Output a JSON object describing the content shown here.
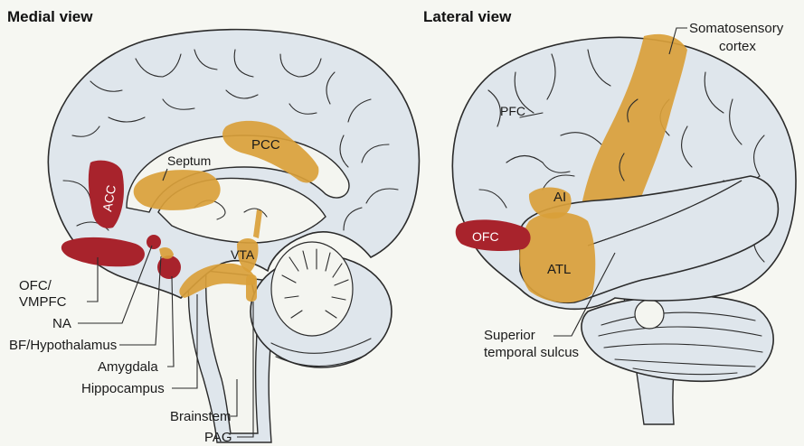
{
  "medial": {
    "title": "Medial view",
    "regions": {
      "acc": "ACC",
      "pcc": "PCC",
      "septum": "Septum",
      "vta": "VTA"
    },
    "callouts": {
      "ofc_vmpfc_1": "OFC/",
      "ofc_vmpfc_2": "VMPFC",
      "na": "NA",
      "bf_hypothalamus": "BF/Hypothalamus",
      "amygdala": "Amygdala",
      "hippocampus": "Hippocampus",
      "brainstem": "Brainstem",
      "pag": "PAG"
    }
  },
  "lateral": {
    "title": "Lateral view",
    "regions": {
      "pfc": "PFC",
      "ai": "AI",
      "ofc": "OFC",
      "atl": "ATL"
    },
    "callouts": {
      "somatosensory_1": "Somatosensory",
      "somatosensory_2": "cortex",
      "sts_1": "Superior",
      "sts_2": "temporal sulcus"
    }
  },
  "colors": {
    "background": "#f6f7f2",
    "brain": "#dfe6ec",
    "highlight_orange": "#d9a03a",
    "highlight_red": "#a8232c"
  }
}
